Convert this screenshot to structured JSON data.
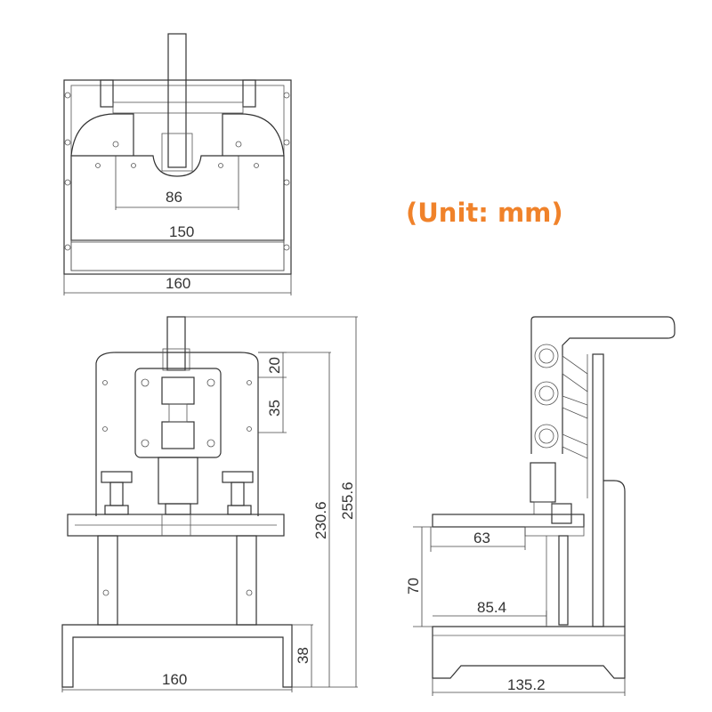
{
  "unit_label": "(Unit: mm)",
  "colors": {
    "unit": "#f0822a",
    "line": "#333333"
  },
  "top_view": {
    "dim_inner": "86",
    "dim_mid": "150",
    "dim_outer": "160"
  },
  "front_view": {
    "dim_20": "20",
    "dim_35": "35",
    "dim_230": "230.6",
    "dim_255": "255.6",
    "dim_38": "38",
    "dim_width": "160"
  },
  "side_view": {
    "dim_63": "63",
    "dim_70": "70",
    "dim_85": "85.4",
    "dim_135": "135.2"
  }
}
